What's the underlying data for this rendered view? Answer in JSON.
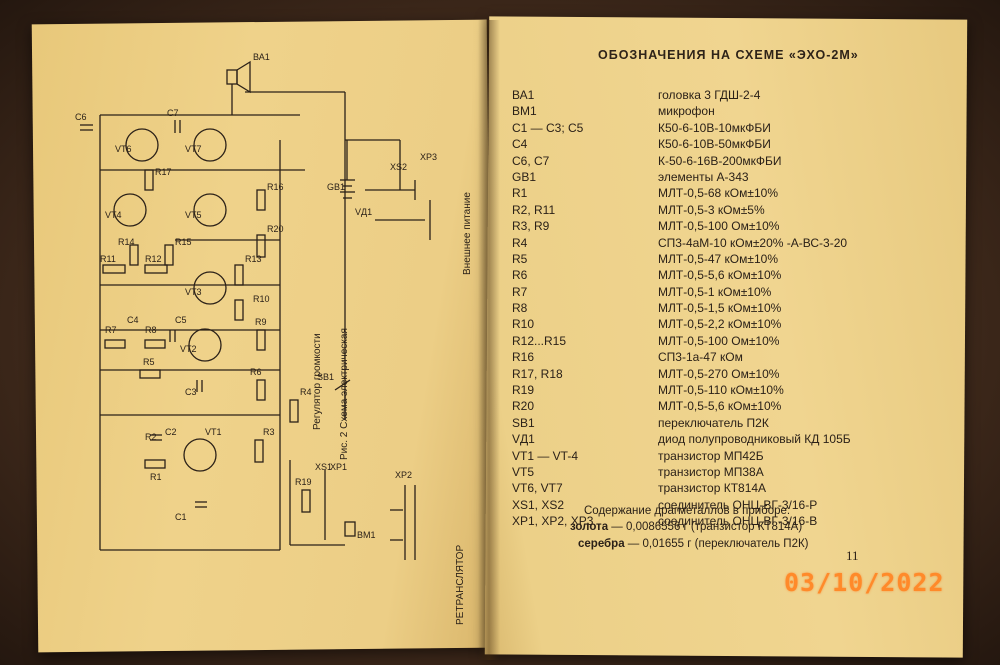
{
  "heading": "ОБОЗНАЧЕНИЯ НА СХЕМЕ «ЭХО-2М»",
  "legend": [
    {
      "des": "ВА1",
      "val": "головка 3 ГДШ-2-4"
    },
    {
      "des": "ВМ1",
      "val": "микрофон"
    },
    {
      "des": "С1 — С3;  С5",
      "val": "К50-6-10В-10мкФБИ"
    },
    {
      "des": "С4",
      "val": "К50-6-10В-50мкФБИ"
    },
    {
      "des": "С6,  С7",
      "val": "К-50-6-16В-200мкФБИ"
    },
    {
      "des": "GB1",
      "val": "элементы  А-343"
    },
    {
      "des": "R1",
      "val": "МЛТ-0,5-68   кОм±10%"
    },
    {
      "des": "R2,  R11",
      "val": "МЛТ-0,5-3   кОм±5%"
    },
    {
      "des": "R3,  R9",
      "val": "МЛТ-0,5-100   Ом±10%"
    },
    {
      "des": "R4",
      "val": "СП3-4аМ-10  кОм±20% -А-ВС-3-20"
    },
    {
      "des": "R5",
      "val": "МЛТ-0,5-47   кОм±10%"
    },
    {
      "des": "R6",
      "val": "МЛТ-0,5-5,6   кОм±10%"
    },
    {
      "des": "R7",
      "val": "МЛТ-0,5-1   кОм±10%"
    },
    {
      "des": "R8",
      "val": "МЛТ-0,5-1,5   кОм±10%"
    },
    {
      "des": "R10",
      "val": "МЛТ-0,5-2,2   кОм±10%"
    },
    {
      "des": "R12...R15",
      "val": "МЛТ-0,5-100   Ом±10%"
    },
    {
      "des": "R16",
      "val": "СП3-1а-47   кОм"
    },
    {
      "des": "R17,  R18",
      "val": "МЛТ-0,5-270   Ом±10%"
    },
    {
      "des": "R19",
      "val": "МЛТ-0,5-110   кОм±10%"
    },
    {
      "des": "R20",
      "val": "МЛТ-0,5-5,6   кОм±10%"
    },
    {
      "des": "SB1",
      "val": "переключатель  П2К"
    },
    {
      "des": "VД1",
      "val": "диод полупроводниковый  КД 105Б"
    },
    {
      "des": "VT1 — VT-4",
      "val": "транзистор   МП42Б"
    },
    {
      "des": "VT5",
      "val": "транзистор   МП38А"
    },
    {
      "des": "VT6,  VT7",
      "val": "транзистор   КТ814А"
    },
    {
      "des": "XS1,  XS2",
      "val": "соединитель   ОНЦ-ВГ-3/16-Р"
    },
    {
      "des": "XP1,  XP2,  XP3",
      "val": "соединитель   ОНЦ-ВГ-3/16-В"
    }
  ],
  "metals": {
    "header": "Содержание драгметаллов в приборе:",
    "gold_label": "золота",
    "gold_value": " — 0,0086556 г (транзистор КТ814А)",
    "silver_label": "серебра",
    "silver_value": " — 0,01655 г (переключатель  П2К)"
  },
  "page_number": "11",
  "date_stamp": "03/10/2022",
  "schematic": {
    "caption": "Рис. 2  Схема электрическая",
    "volume_label": "Регулятор громкости",
    "ext_power_label": "Внешнее питание",
    "retranslator_label": "РЕТРАНСЛЯТОР",
    "comp": {
      "ba1": "ВА1",
      "vt6": "VT6",
      "vt7": "VT7",
      "vt4": "VT4",
      "vt5": "VT5",
      "vt3": "VT3",
      "vt2": "VT2",
      "vt1": "VT1",
      "r1": "R1",
      "r2": "R2",
      "r3": "R3",
      "r4": "R4",
      "r5": "R5",
      "r6": "R6",
      "r7": "R7",
      "r8": "R8",
      "r9": "R9",
      "r10": "R10",
      "r11": "R11",
      "r12": "R12",
      "r13": "R13",
      "r14": "R14",
      "r15": "R15",
      "r16": "R16",
      "r17": "R17",
      "r19": "R19",
      "r20": "R20",
      "c1": "C1",
      "c2": "C2",
      "c3": "C3",
      "c4": "C4",
      "c5": "C5",
      "c6": "C6",
      "c7": "C7",
      "gb1": "GB1",
      "vd1": "VД1",
      "sb1": "SB1",
      "xs1": "XS1",
      "xs2": "XS2",
      "xp1": "XP1",
      "xp2": "XP2",
      "xp3": "XP3",
      "bm1": "ВМ1"
    }
  }
}
